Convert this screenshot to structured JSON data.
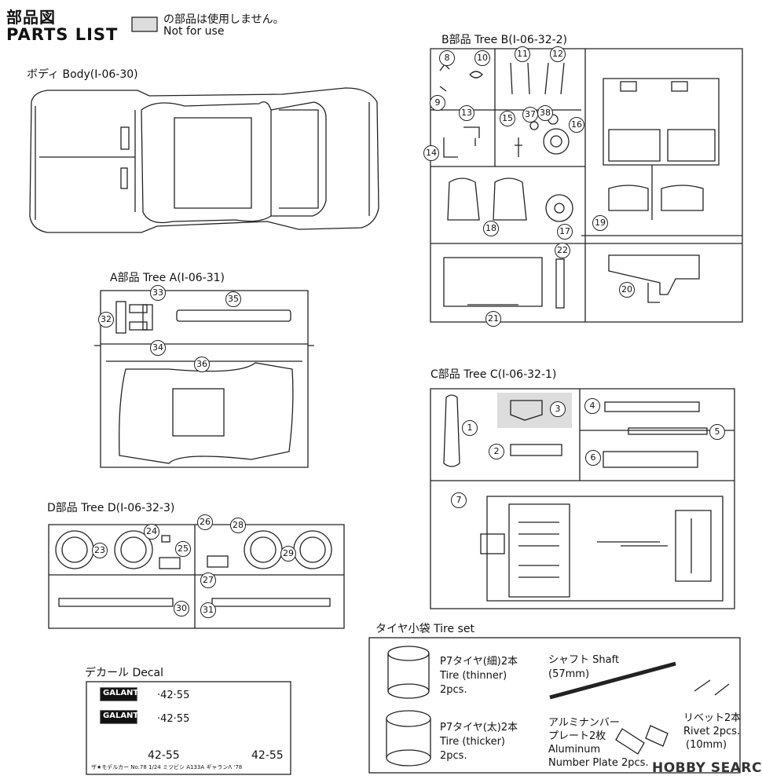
{
  "header": {
    "title_jp": "部品図",
    "title_en": "PARTS LIST",
    "legend_jp": "の部品は使用しません。",
    "legend_en": "Not for use"
  },
  "sections": {
    "body": "ボディ Body(I-06-30)",
    "tree_a": "A部品 Tree A(I-06-31)",
    "tree_b": "B部品 Tree B(I-06-32-2)",
    "tree_c": "C部品 Tree C(I-06-32-1)",
    "tree_d": "D部品 Tree D(I-06-32-3)",
    "tire_set": "タイヤ小袋  Tire set",
    "decal": "デカール Decal"
  },
  "parts": {
    "a": [
      "32",
      "33",
      "34",
      "35",
      "36"
    ],
    "b": [
      "8",
      "9",
      "10",
      "11",
      "12",
      "13",
      "14",
      "15",
      "16",
      "17",
      "18",
      "19",
      "20",
      "21",
      "22",
      "37",
      "38"
    ],
    "c": [
      "1",
      "2",
      "3",
      "4",
      "5",
      "6",
      "7"
    ],
    "d": [
      "23",
      "24",
      "25",
      "26",
      "27",
      "28",
      "29",
      "30",
      "31"
    ]
  },
  "tire_set": {
    "thin_jp": "P7タイヤ(細)2本",
    "thin_en": "Tire (thinner)",
    "thin_qty": "2pcs.",
    "thick_jp": "P7タイヤ(太)2本",
    "thick_en": "Tire (thicker)",
    "thick_qty": "2pcs.",
    "shaft_jp": "シャフト Shaft",
    "shaft_size": "(57mm)",
    "plate_jp1": "アルミナンバー",
    "plate_jp2": "プレート2枚",
    "plate_en1": "Aluminum",
    "plate_en2": "Number Plate 2pcs.",
    "rivet_jp": "リベット2本",
    "rivet_en": "Rivet 2pcs.",
    "rivet_size": "(10mm)"
  },
  "decal": {
    "brand1": "GALANT",
    "brand2": "GALANT",
    "plate": "42-55",
    "plate_small": "·42·55",
    "footer": "ザ★モデルカー No.78  1/24 ミツビシ A133A ギャランΛ '78"
  },
  "watermark": "HOBBY SEARCH"
}
